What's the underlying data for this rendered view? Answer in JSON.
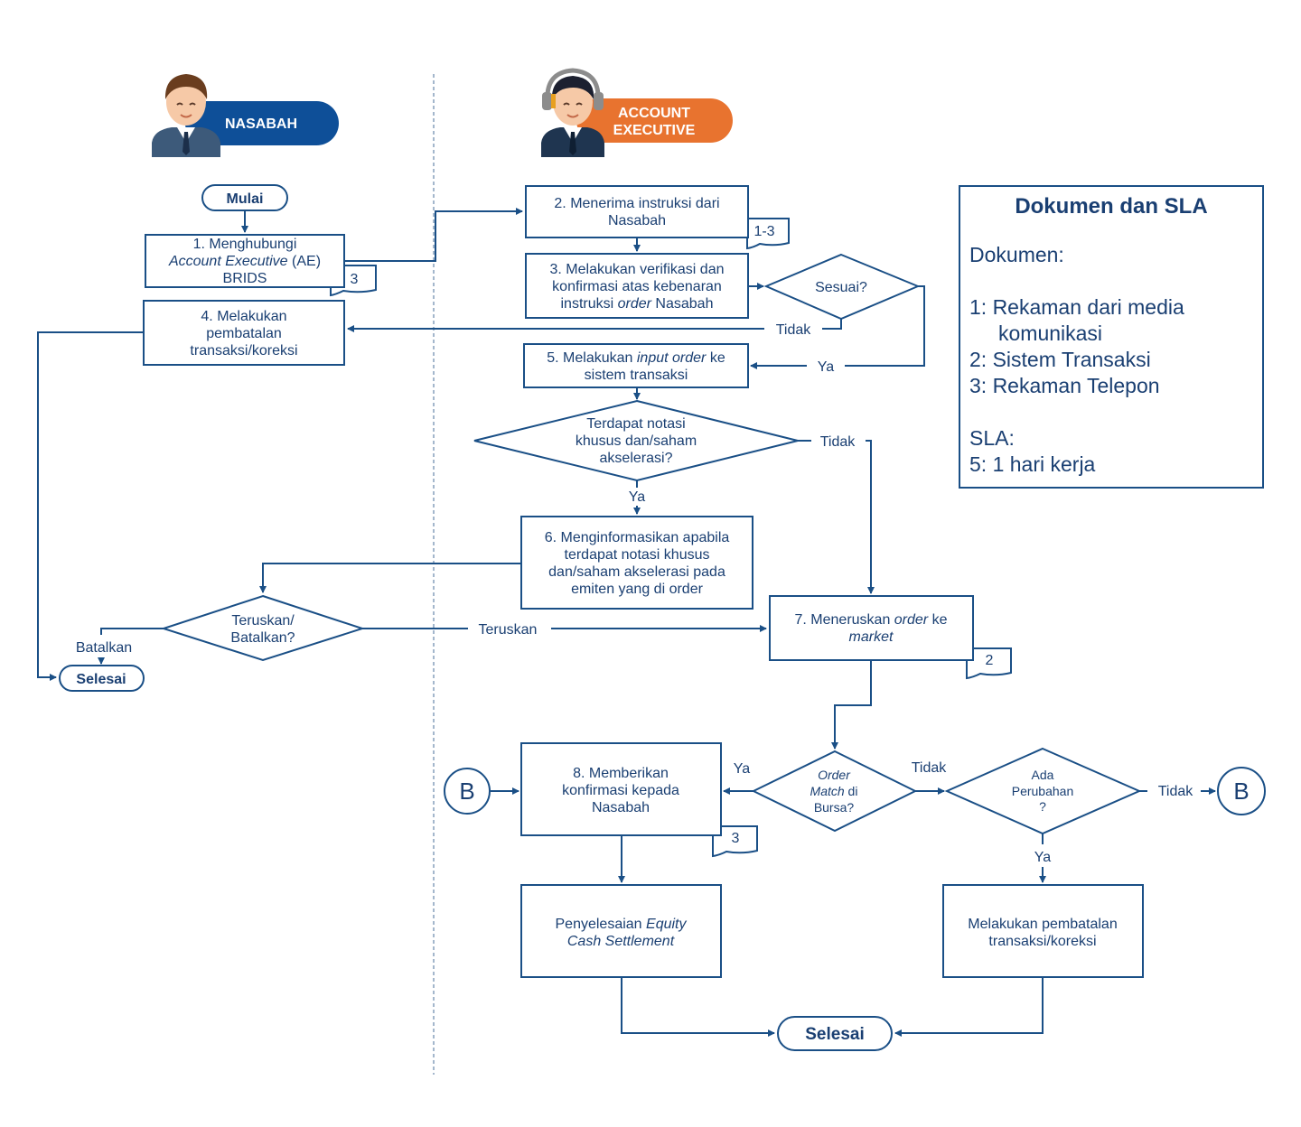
{
  "lanes": {
    "customer": {
      "label": "NASABAH",
      "color": "#0e4f98"
    },
    "ae": {
      "label_line1": "ACCOUNT",
      "label_line2": "EXECUTIVE",
      "color": "#e8732f"
    }
  },
  "nodes": {
    "start": "Mulai",
    "step1": {
      "l1": "1. Menghubungi",
      "l2a": "Account Executive",
      "l2b": " (AE)",
      "l3": "BRIDS",
      "ref": "3"
    },
    "step2": {
      "l1": "2. Menerima instruksi dari",
      "l2": "Nasabah",
      "ref": "1-3"
    },
    "step3": {
      "l1": "3. Melakukan verifikasi dan",
      "l2": "konfirmasi atas kebenaran",
      "l3a": "instruksi ",
      "l3b": "order",
      "l3c": " Nasabah"
    },
    "decision_sesuai": "Sesuai?",
    "step4": {
      "l1": "4. Melakukan",
      "l2": "pembatalan",
      "l3": "transaksi/koreksi"
    },
    "step5": {
      "l1a": "5. Melakukan ",
      "l1b": "input order",
      "l1c": " ke",
      "l2": "sistem transaksi"
    },
    "decision_notasi": {
      "l1": "Terdapat notasi",
      "l2": "khusus dan/saham",
      "l3": "akselerasi?"
    },
    "step6": {
      "l1": "6. Menginformasikan apabila",
      "l2": "terdapat notasi khusus",
      "l3": "dan/saham akselerasi pada",
      "l4": "emiten yang di order"
    },
    "decision_teruskan": {
      "l1": "Teruskan/",
      "l2": "Batalkan?"
    },
    "end_left": "Selesai",
    "step7": {
      "l1a": "7. Meneruskan ",
      "l1b": "order",
      "l1c": " ke",
      "l2": "market",
      "ref": "2"
    },
    "decision_match": {
      "l1": "Order",
      "l2a": "Match",
      "l2b": " di",
      "l3": "Bursa?"
    },
    "decision_perubahan": {
      "l1": "Ada",
      "l2": "Perubahan",
      "l3": "?"
    },
    "step8": {
      "l1": "8. Memberikan",
      "l2": "konfirmasi kepada",
      "l3": "Nasabah",
      "ref": "3"
    },
    "settlement": {
      "l1a": "Penyelesaian ",
      "l1b": "Equity",
      "l2": "Cash Settlement"
    },
    "cancel": {
      "l1": "Melakukan pembatalan",
      "l2": "transaksi/koreksi"
    },
    "end_bottom": "Selesai",
    "connector_left": "B",
    "connector_right": "B"
  },
  "edge_labels": {
    "sesuai_no": "Tidak",
    "sesuai_yes": "Ya",
    "notasi_no": "Tidak",
    "notasi_yes": "Ya",
    "teruskan_cancel": "Batalkan",
    "teruskan_forward": "Teruskan",
    "match_yes": "Ya",
    "match_no": "Tidak",
    "perubahan_no": "Tidak",
    "perubahan_yes": "Ya"
  },
  "documents_panel": {
    "title": "Dokumen dan SLA",
    "documents_heading": "Dokumen:",
    "doc1_line1": "1: Rekaman dari media",
    "doc1_line2": "komunikasi",
    "doc2": "2: Sistem Transaksi",
    "doc3": "3: Rekaman Telepon",
    "sla_heading": "SLA:",
    "sla1": "5:  1 hari kerja"
  }
}
